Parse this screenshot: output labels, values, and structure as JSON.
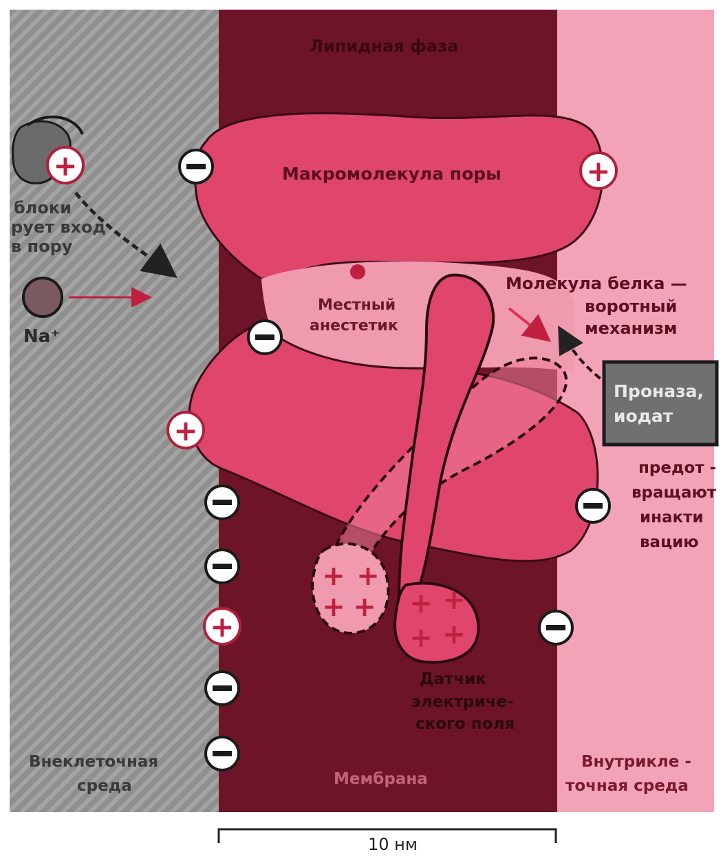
{
  "labels": {
    "lipid_phase": "Липидная фаза",
    "pore_macromolecule": "Макромолекула поры",
    "blocks_l1": "блоки",
    "blocks_l2": "рует вход",
    "blocks_l3": "в пору",
    "sodium": "Na⁺",
    "local_anesthetic_l1": "Местный",
    "local_anesthetic_l2": "анестетик",
    "gate_protein_l1": "Молекула белка —",
    "gate_protein_l2": "воротный",
    "gate_protein_l3": "механизм",
    "pronase_l1": "Проназа,",
    "pronase_l2": "иодат",
    "prevent_l1": "предот -",
    "prevent_l2": "вращают",
    "prevent_l3": "инакти",
    "prevent_l4": "вацию",
    "sensor_l1": "Датчик",
    "sensor_l2": "электриче-",
    "sensor_l3": "ского поля",
    "extracellular_l1": "Внеклеточная",
    "extracellular_l2": "среда",
    "membrane": "Мембрана",
    "intracellular_l1": "Внутрикле -",
    "intracellular_l2": "точная среда",
    "scale": "10 нм"
  },
  "symbols": {
    "plus": "+",
    "minus": "−"
  },
  "colors": {
    "extracellular": "#8f8f8f",
    "membrane": "#6e1428",
    "intracellular": "#f2a3b8",
    "protein": "#e0456c",
    "protein_light": "#ef7e9a",
    "outline": "#3a0a14"
  }
}
